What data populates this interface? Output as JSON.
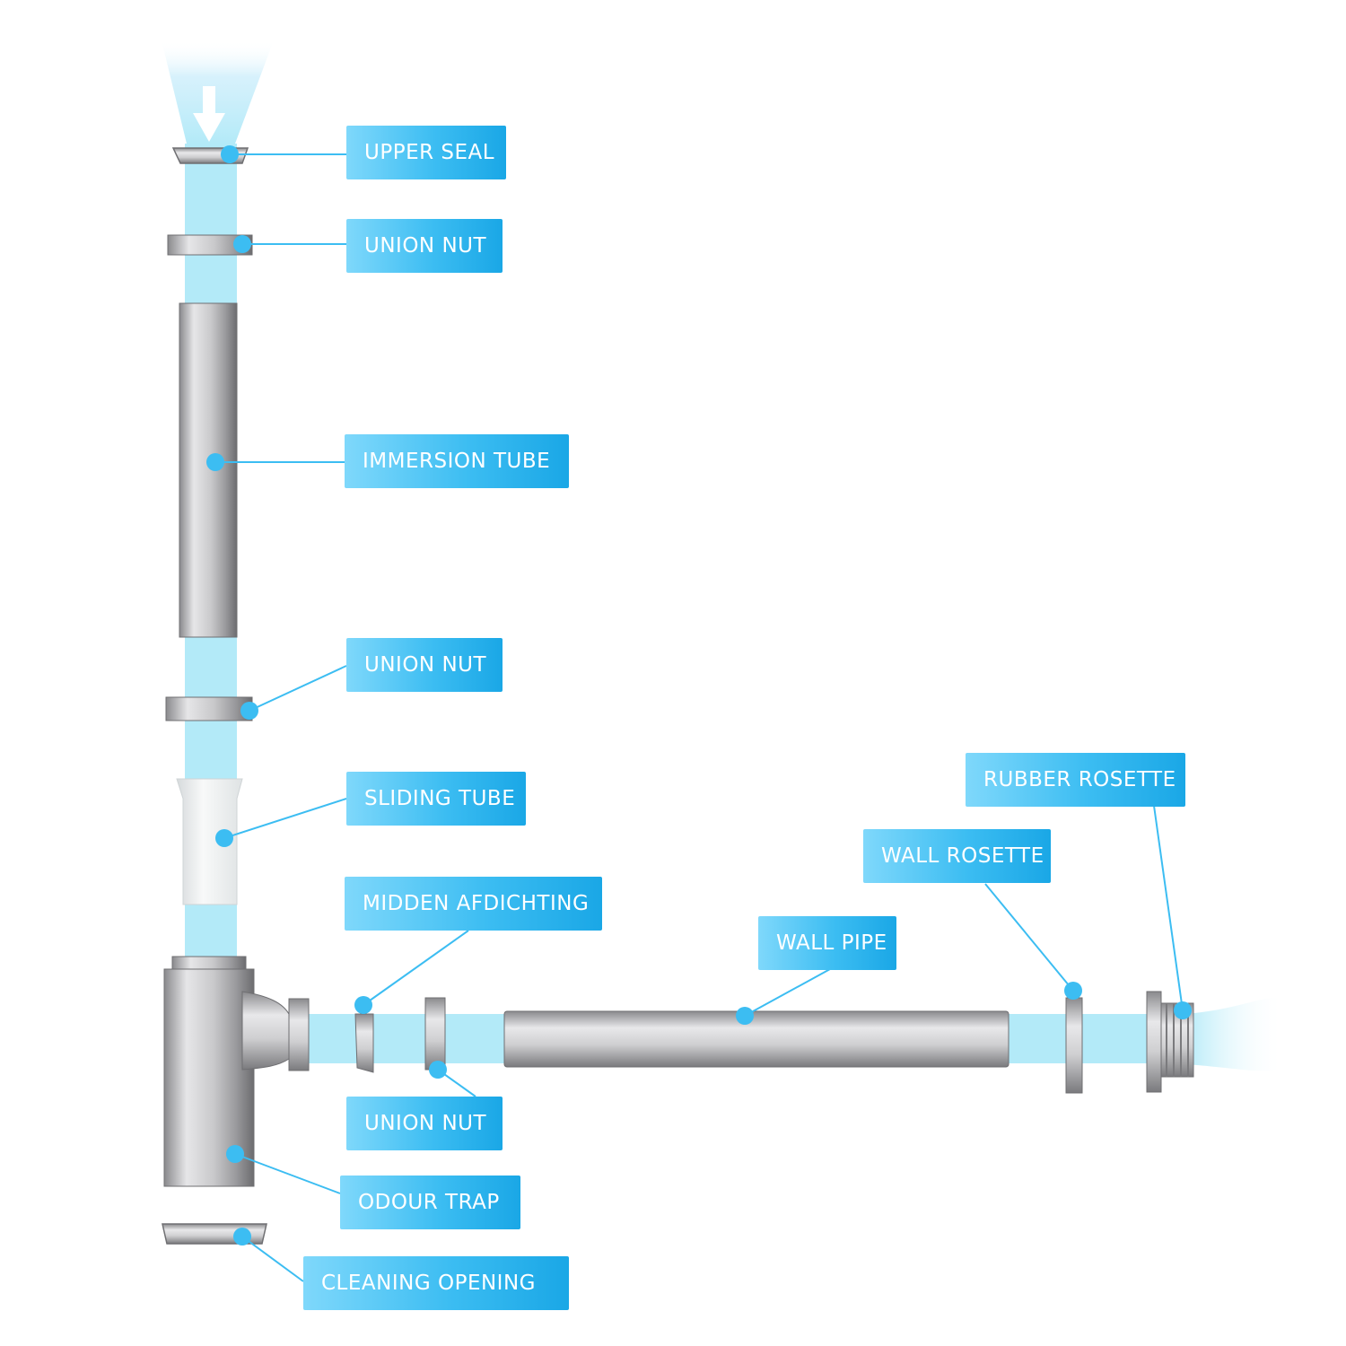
{
  "colors": {
    "water": "#b3eaf8",
    "water_glow": "#bde9fa",
    "steel_dark": "#6f6f72",
    "steel_light": "#e2e2e4",
    "label_light": "#7fd8fb",
    "label_dark": "#1aa7e6",
    "connector": "#3cbdf2",
    "sliding_tube": "#eef1f2"
  },
  "icons": {
    "flow_direction": "down-arrow-icon"
  },
  "labels": {
    "upper_seal": "UPPER SEAL",
    "union_nut_1": "UNION NUT",
    "immersion_tube": "IMMERSION TUBE",
    "union_nut_2": "UNION NUT",
    "sliding_tube": "SLIDING TUBE",
    "midden_afdichting": "MIDDEN AFDICHTING",
    "union_nut_3": "UNION NUT",
    "odour_trap": "ODOUR TRAP",
    "cleaning_opening": "CLEANING OPENING",
    "wall_pipe": "WALL PIPE",
    "wall_rosette": "WALL ROSETTE",
    "rubber_rosette": "RUBBER ROSETTE"
  }
}
